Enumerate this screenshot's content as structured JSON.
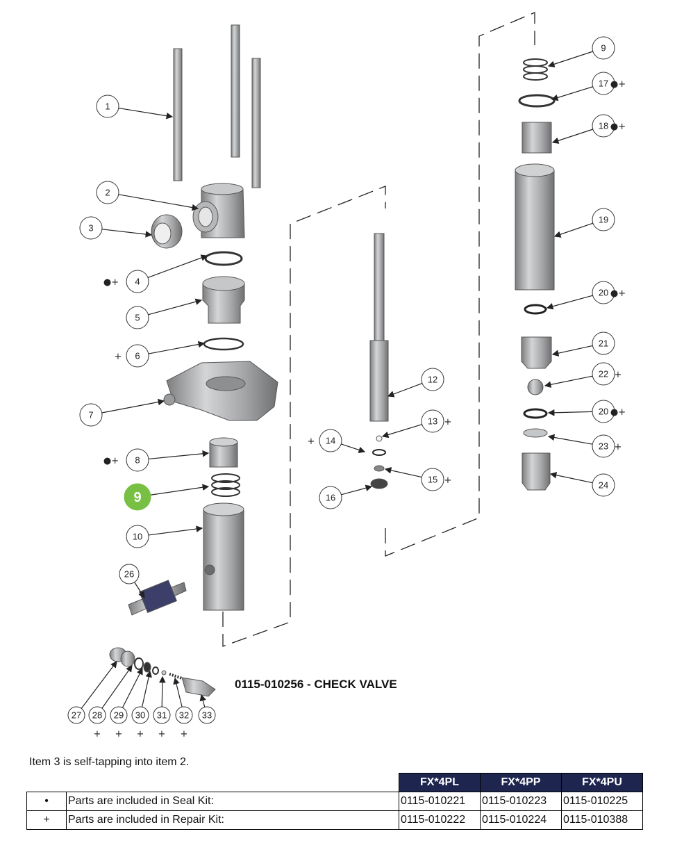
{
  "colors": {
    "highlight": "#78c043",
    "header_bg": "#1e2650",
    "part_metal": "#a8a9ab",
    "line": "#222222"
  },
  "callouts": [
    {
      "n": "1",
      "mark": ""
    },
    {
      "n": "2",
      "mark": ""
    },
    {
      "n": "3",
      "mark": ""
    },
    {
      "n": "4",
      "mark": "●+"
    },
    {
      "n": "5",
      "mark": ""
    },
    {
      "n": "6",
      "mark": "+"
    },
    {
      "n": "7",
      "mark": ""
    },
    {
      "n": "8",
      "mark": "●+"
    },
    {
      "n": "9",
      "mark": ""
    },
    {
      "n": "10",
      "mark": ""
    },
    {
      "n": "12",
      "mark": ""
    },
    {
      "n": "13",
      "mark": "+"
    },
    {
      "n": "14",
      "mark": "+"
    },
    {
      "n": "15",
      "mark": "+"
    },
    {
      "n": "16",
      "mark": ""
    },
    {
      "n": "9",
      "mark": ""
    },
    {
      "n": "17",
      "mark": "●+"
    },
    {
      "n": "18",
      "mark": "●+"
    },
    {
      "n": "19",
      "mark": ""
    },
    {
      "n": "20",
      "mark": "●+"
    },
    {
      "n": "21",
      "mark": ""
    },
    {
      "n": "22",
      "mark": "+"
    },
    {
      "n": "20",
      "mark": "●+"
    },
    {
      "n": "23",
      "mark": "+"
    },
    {
      "n": "24",
      "mark": ""
    },
    {
      "n": "26",
      "mark": ""
    },
    {
      "n": "27",
      "mark": ""
    },
    {
      "n": "28",
      "mark": "+"
    },
    {
      "n": "29",
      "mark": "+"
    },
    {
      "n": "30",
      "mark": "+"
    },
    {
      "n": "31",
      "mark": "+"
    },
    {
      "n": "32",
      "mark": "+"
    },
    {
      "n": "33",
      "mark": ""
    }
  ],
  "highlighted_item": "9",
  "check_valve_title": "0115-010256 - CHECK VALVE",
  "note": "Item 3 is self-tapping into item 2.",
  "kit_table": {
    "headers": [
      "FX*4PL",
      "FX*4PP",
      "FX*4PU"
    ],
    "rows": [
      {
        "symbol": "•",
        "description": "Parts are included in Seal Kit:",
        "parts": [
          "0115-010221",
          "0115-010223",
          "0115-010225"
        ]
      },
      {
        "symbol": "+",
        "description": "Parts are included in Repair Kit:",
        "parts": [
          "0115-010222",
          "0115-010224",
          "0115-010388"
        ]
      }
    ]
  }
}
